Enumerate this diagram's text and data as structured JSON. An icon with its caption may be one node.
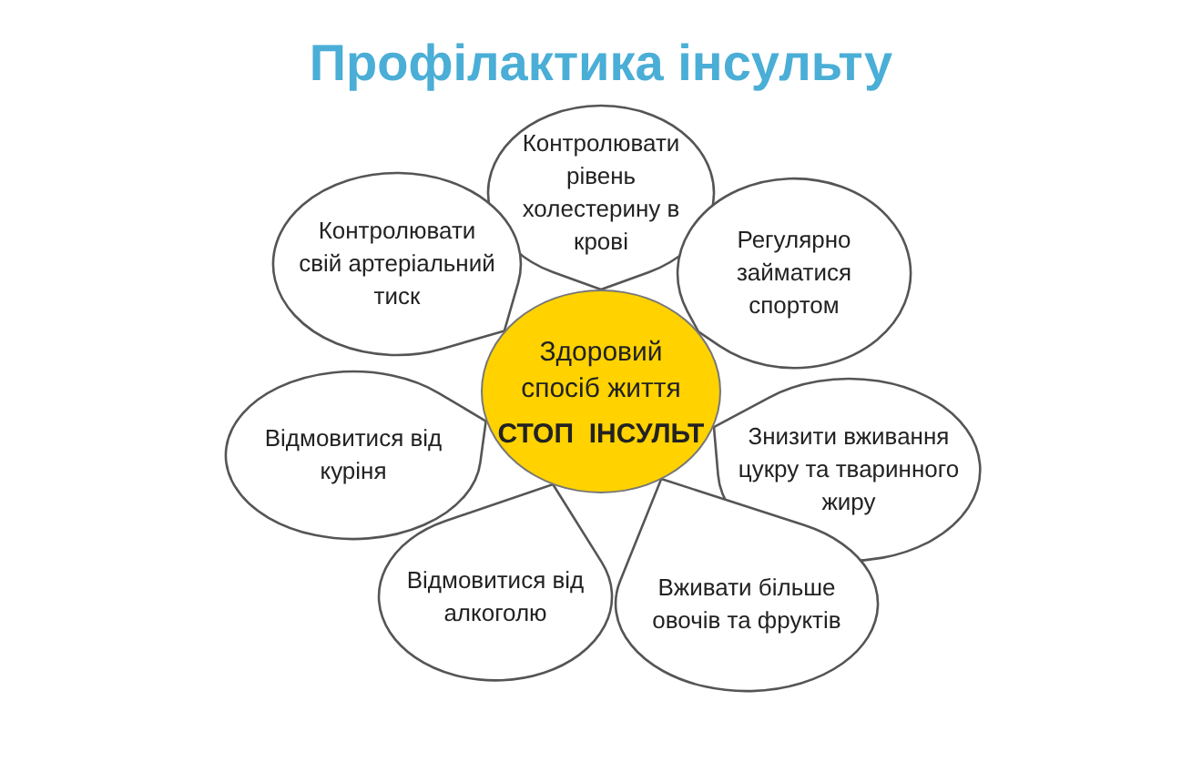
{
  "diagram": {
    "title": "Профілактика інсульту",
    "nodes": [
      {
        "text": [
          "Контролювати рівень холестерину в крові"
        ]
      },
      {
        "text": [
          "Контролювати свій артеріальний тиск"
        ]
      },
      {
        "text": [
          "Регулярно займатися спортом"
        ]
      },
      {
        "text": [
          "Здоровий спосіб життя",
          "СТОП  ІНСУЛЬТ"
        ]
      },
      {
        "text": [
          "Відмовитися від куріня"
        ]
      },
      {
        "text": [
          "Знизити вживання цукру та тваринного жиру"
        ]
      },
      {
        "text": [
          "Відмовитися від алкоголю"
        ]
      },
      {
        "text": [
          "Вживати більше овочів та фруктів"
        ]
      }
    ],
    "edges": []
  }
}
